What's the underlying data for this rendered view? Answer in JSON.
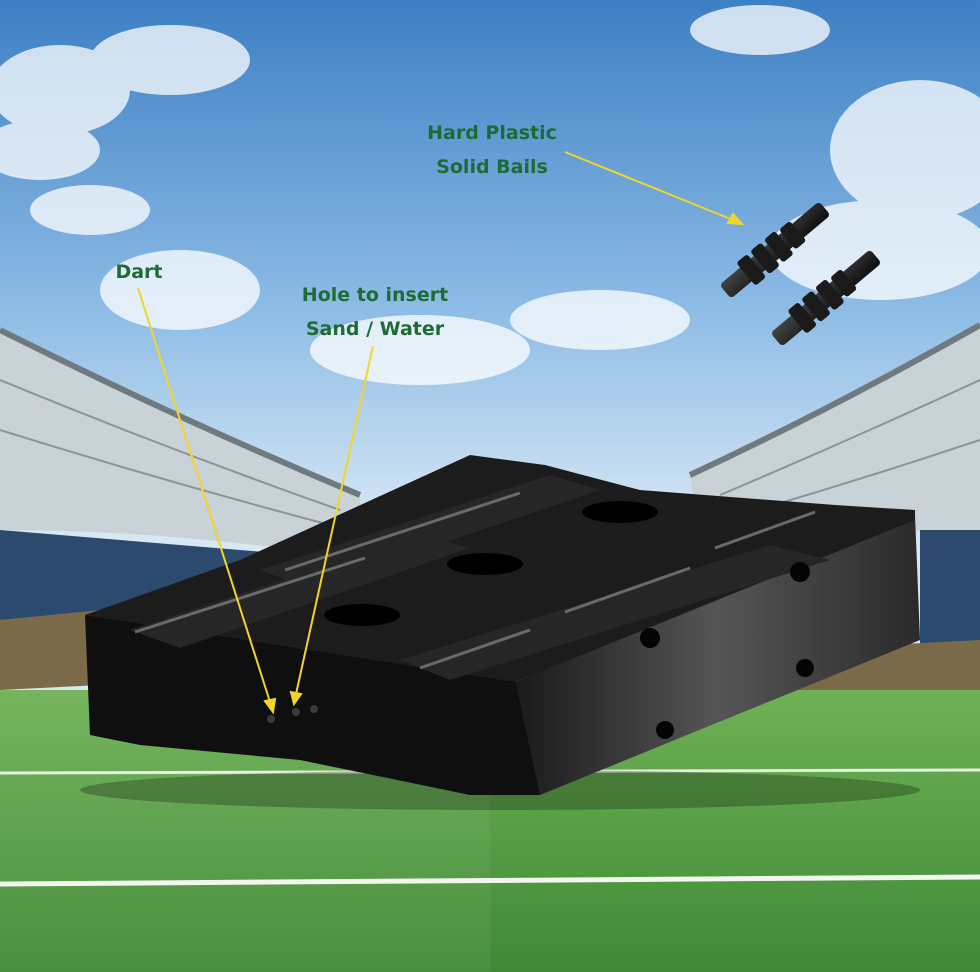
{
  "colors": {
    "label_green": "#1e6b36",
    "arrow_yellow": "#f2d52a",
    "base_black": "#121212",
    "grass_light": "#5fa84a",
    "grass_dark": "#3f8a36",
    "sky_top": "#3d7fc4"
  },
  "labels": {
    "bails": [
      "Hard Plastic",
      "Solid Bails"
    ],
    "dart": "Dart",
    "hole": [
      "Hole to insert",
      "Sand / Water"
    ]
  }
}
